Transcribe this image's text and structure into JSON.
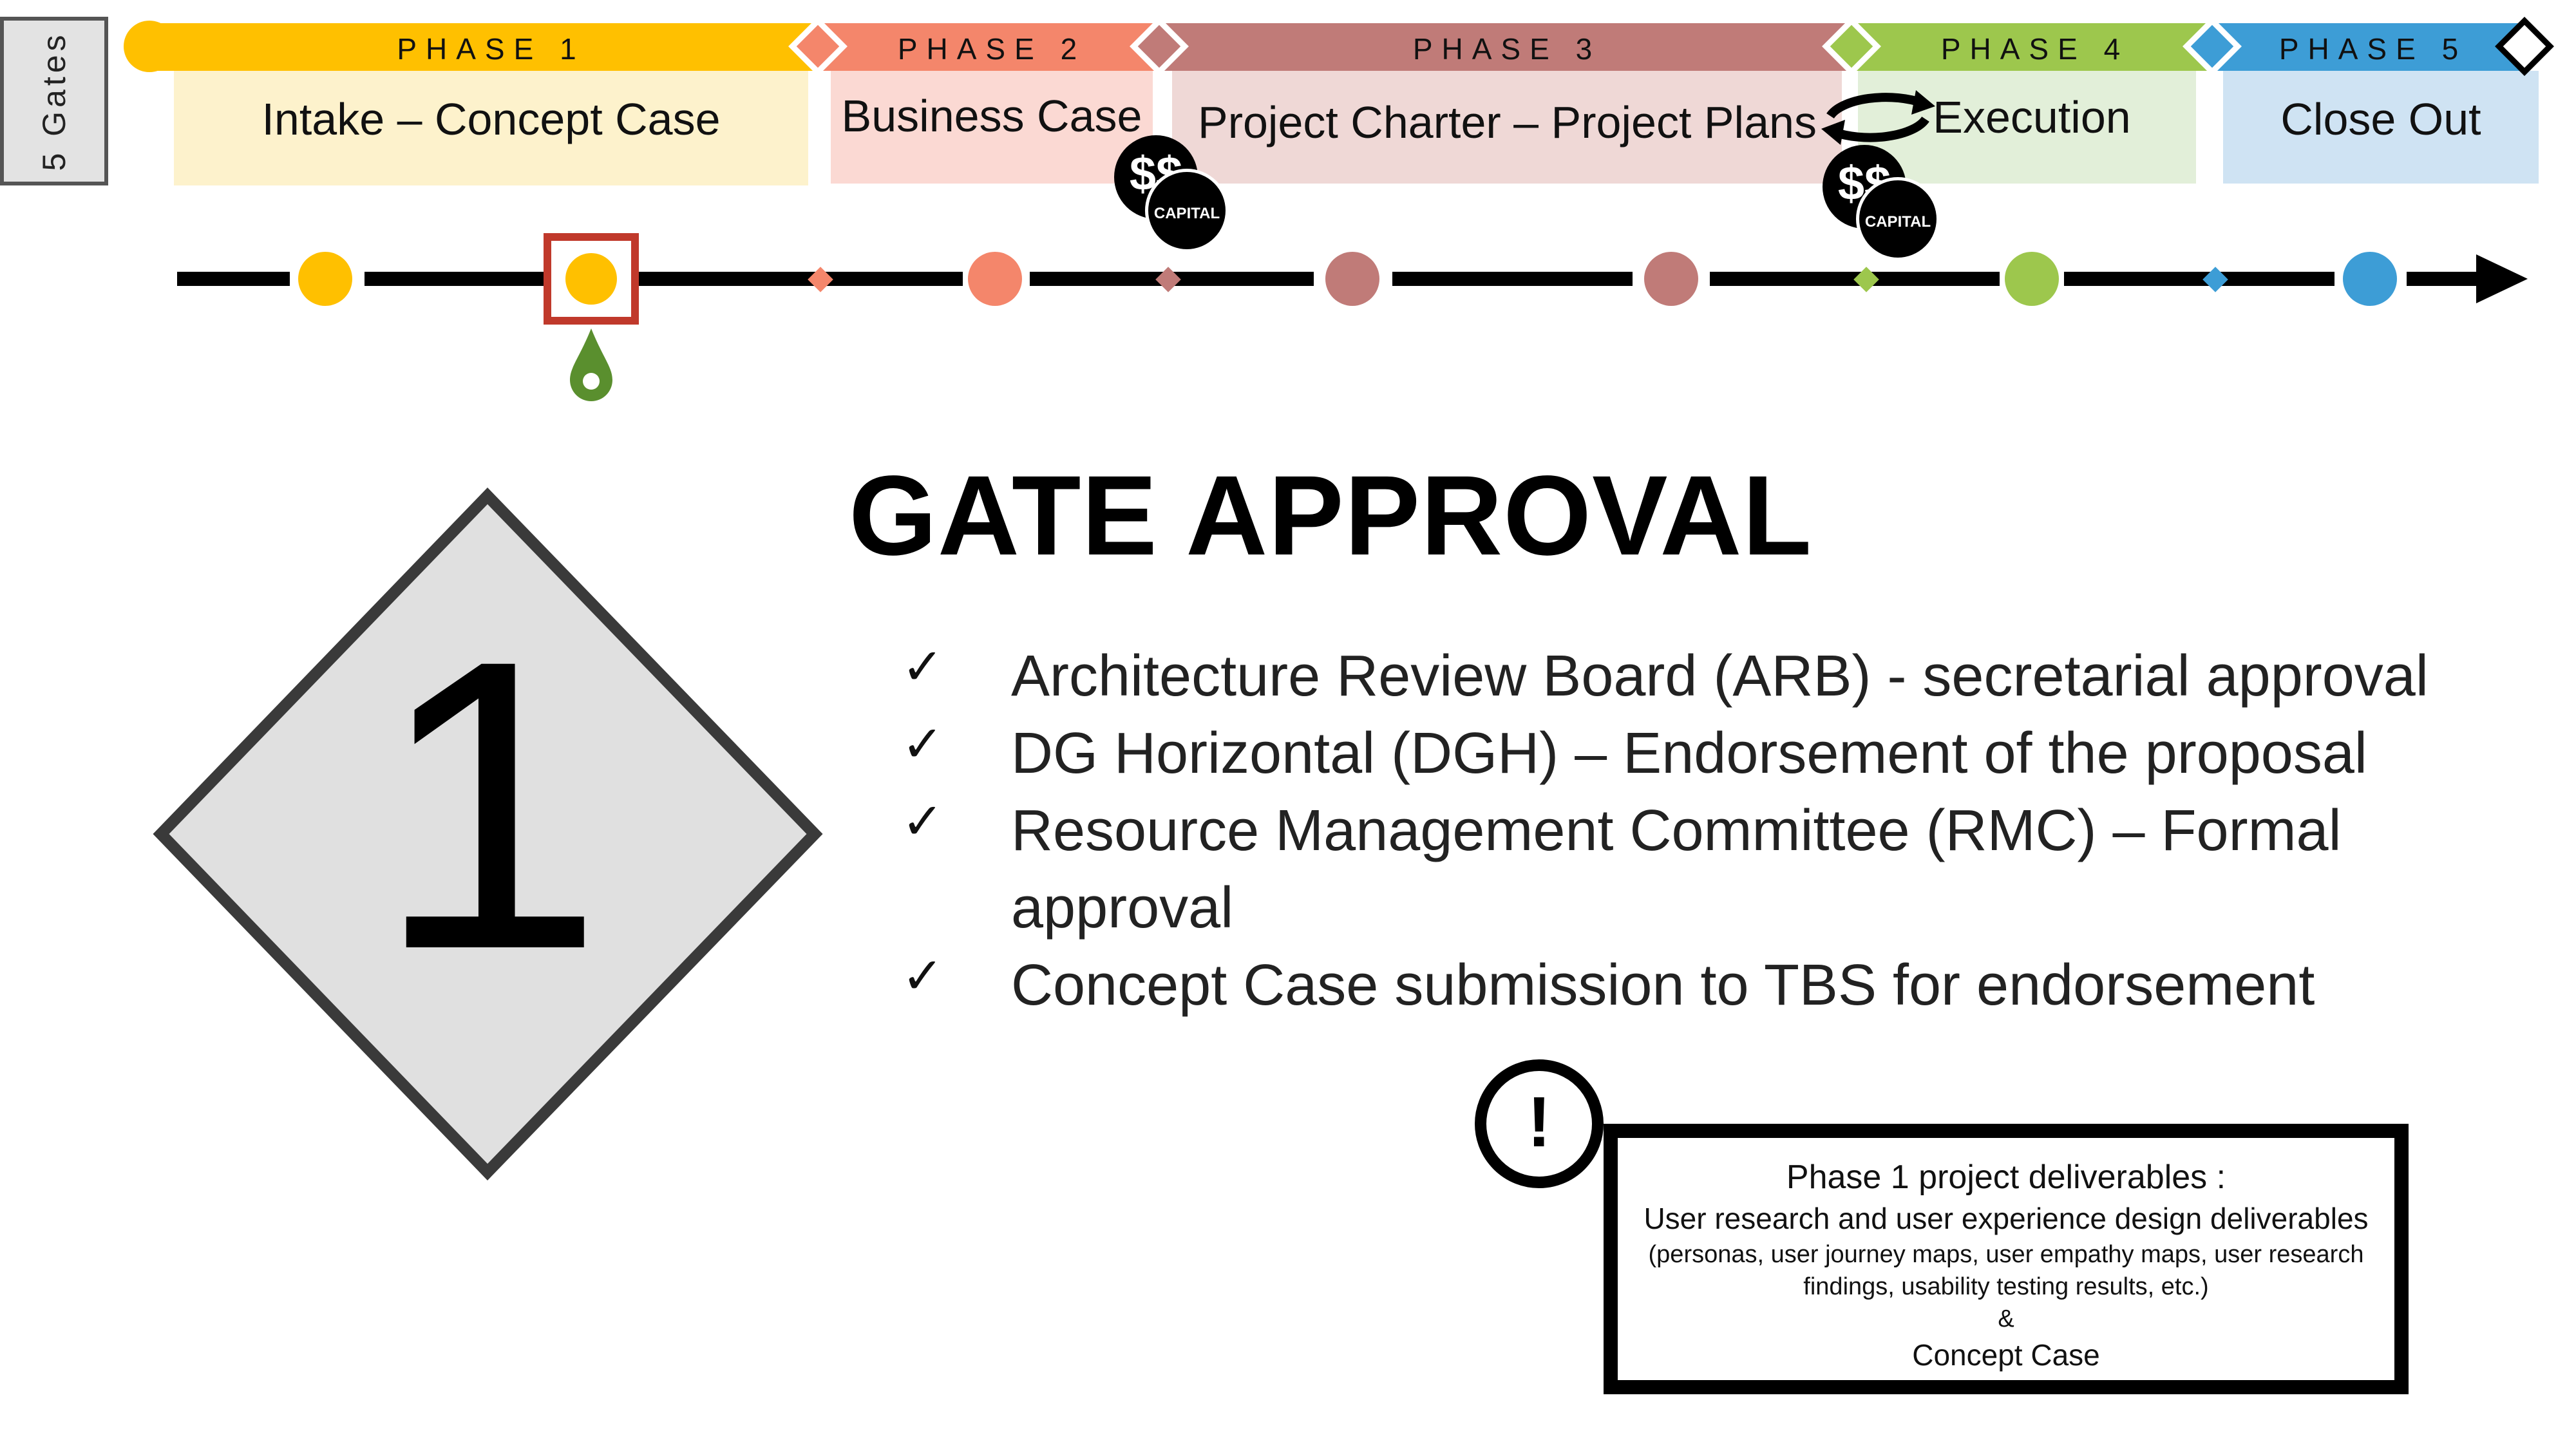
{
  "sidebar": {
    "gates_label": "5 Gates"
  },
  "phases": [
    {
      "label": "PHASE 1",
      "title": "Intake – Concept Case",
      "color": "#ffc000",
      "light": "#fdf2cc"
    },
    {
      "label": "PHASE 2",
      "title": "Business Case",
      "color": "#f4866b",
      "light": "#fbd9d3"
    },
    {
      "label": "PHASE 3",
      "title": "Project Charter – Project Plans",
      "color": "#c07b78",
      "light": "#efd8d6"
    },
    {
      "label": "PHASE 4",
      "title": "Execution",
      "color": "#9dc74d",
      "light": "#e2efd9"
    },
    {
      "label": "PHASE 5",
      "title": "Close Out",
      "color": "#3d9dd6",
      "light": "#cfe3f3"
    }
  ],
  "capital_badges": [
    {
      "symbol": "$$",
      "label": "CAPITAL"
    },
    {
      "symbol": "$$",
      "label": "CAPITAL"
    }
  ],
  "gate": {
    "title": "GATE APPROVAL",
    "number": "1",
    "check_symbol": "✓",
    "items": [
      "Architecture Review Board (ARB) - secretarial approval",
      "DG Horizontal (DGH) – Endorsement of the proposal",
      "Resource Management Committee (RMC) – Formal approval",
      "Concept Case submission to TBS for endorsement"
    ]
  },
  "deliverables": {
    "alert_symbol": "!",
    "title": "Phase 1 project deliverables :",
    "subtitle": "User research and user experience design deliverables",
    "detail": "(personas, user journey maps, user empathy maps, user research findings, usability testing results, etc.)",
    "ampersand": "&",
    "concept": "Concept Case"
  },
  "colors": {
    "highlight_box": "#c0392b",
    "pin": "#5a8f2e",
    "gate_diamond_fill": "#e0e0e0",
    "gate_diamond_stroke": "#3a3a3a"
  }
}
